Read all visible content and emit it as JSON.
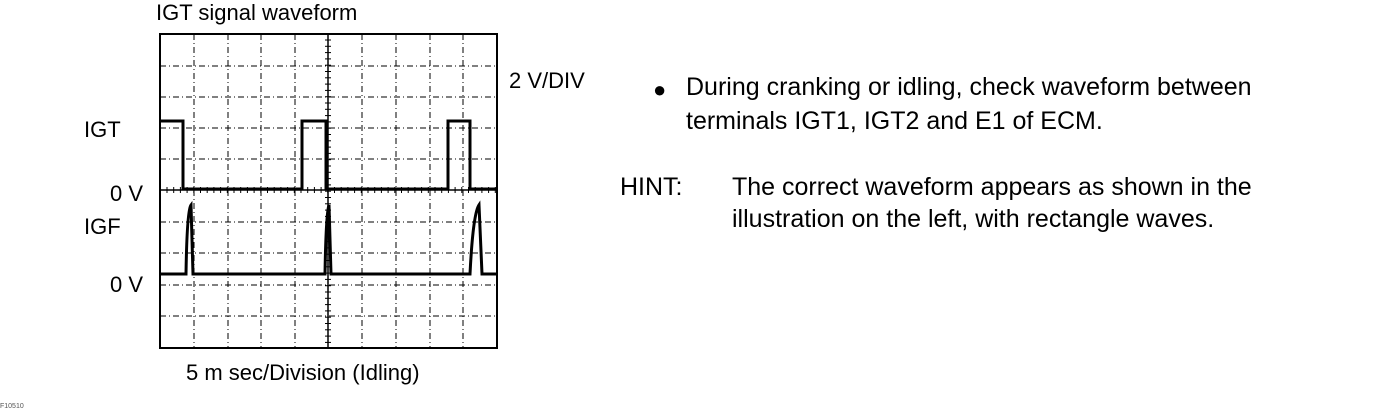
{
  "diagram": {
    "title": "IGT signal waveform",
    "volt_scale": "2 V/DIV",
    "time_scale": "5 m sec/Division (Idling)",
    "channels": [
      {
        "label": "IGT",
        "zero_label": "0 V"
      },
      {
        "label": "IGF",
        "zero_label": "0 V"
      }
    ],
    "footnote": "F10510"
  },
  "instructions": {
    "bullet_glyph": "●",
    "check_line1": "During cranking or idling, check waveform between",
    "check_line2": "terminals IGT1, IGT2 and E1 of ECM.",
    "hint_label": "HINT:",
    "hint_line1": "The correct waveform appears as shown in the",
    "hint_line2": "illustration on the left, with rectangle waves."
  }
}
